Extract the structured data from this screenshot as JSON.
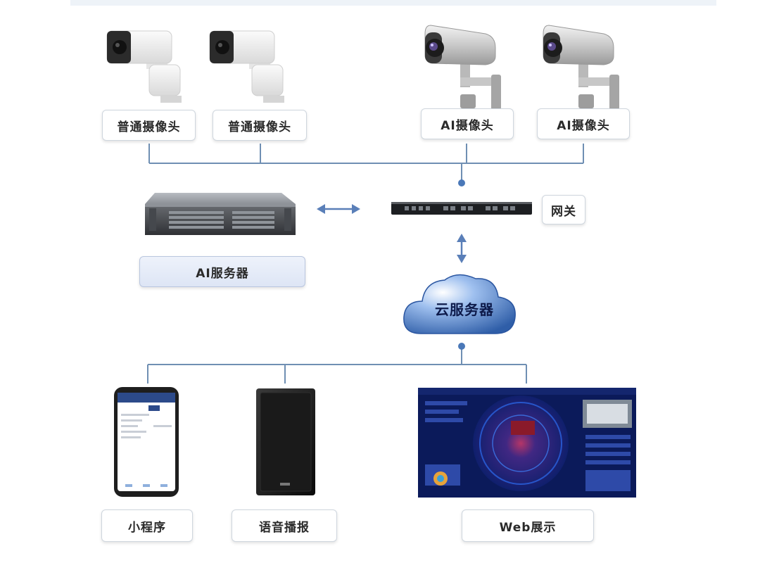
{
  "labels": {
    "camera_normal_1": "普通摄像头",
    "camera_normal_2": "普通摄像头",
    "camera_ai_1": "AI摄像头",
    "camera_ai_2": "AI摄像头",
    "gateway": "网关",
    "ai_server": "AI服务器",
    "cloud_server": "云服务器",
    "mini_program": "小程序",
    "voice_broadcast": "语音播报",
    "web_display": "Web展示"
  },
  "colors": {
    "connector": "#6f8fb3",
    "arrow": "#5a7fb8",
    "cloud": "#2f5ea8"
  }
}
